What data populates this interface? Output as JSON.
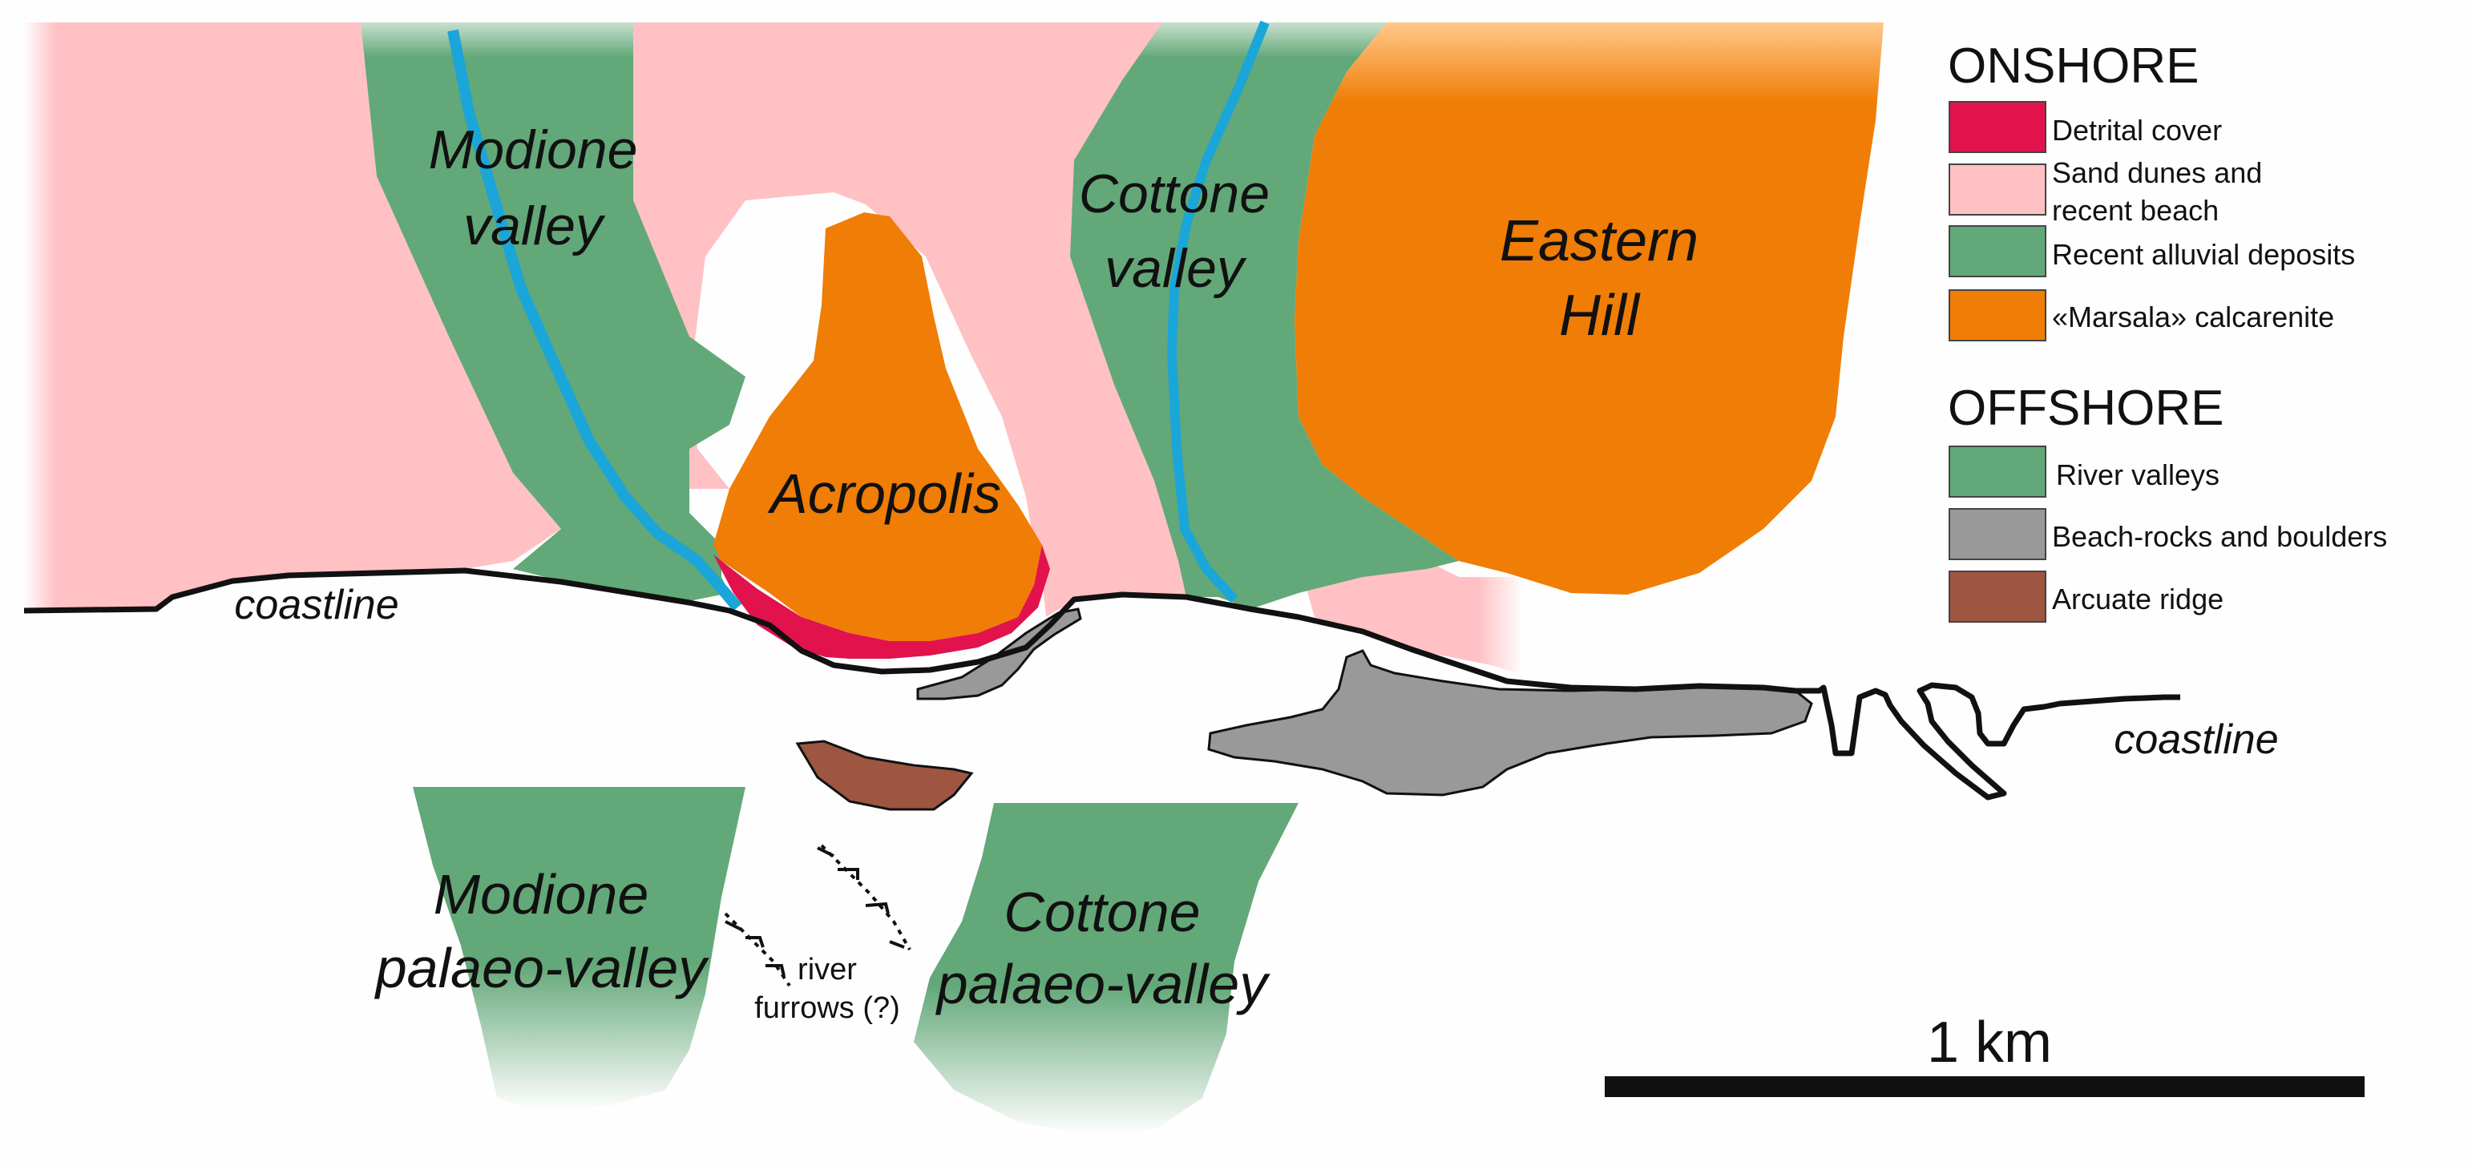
{
  "colors": {
    "detrital": "#e2124d",
    "dunes": "#ffc1c4",
    "alluvial": "#63a878",
    "calcarenite": "#f07d05",
    "river": "#1aa6d8",
    "beachrock": "#999999",
    "ridge": "#9e5640",
    "coast": "#111111"
  },
  "map_labels": {
    "modione_valley_1": "Modione",
    "modione_valley_2": "valley",
    "cottone_valley_1": "Cottone",
    "cottone_valley_2": "valley",
    "eastern_hill_1": "Eastern",
    "eastern_hill_2": "Hill",
    "acropolis": "Acropolis",
    "coastline_west": "coastline",
    "coastline_east": "coastline",
    "modione_palaeo_1": "Modione",
    "modione_palaeo_2": "palaeo-valley",
    "cottone_palaeo_1": "Cottone",
    "cottone_palaeo_2": "palaeo-valley",
    "river_furrows_1": "river",
    "river_furrows_2": "furrows (?)"
  },
  "legend": {
    "onshore_title": "ONSHORE",
    "onshore": [
      {
        "lines": [
          "Detrital cover"
        ],
        "icon": "detrital-swatch"
      },
      {
        "lines": [
          "Sand dunes and",
          "recent beach"
        ],
        "icon": "dunes-swatch"
      },
      {
        "lines": [
          "Recent alluvial deposits"
        ],
        "icon": "alluvial-swatch"
      },
      {
        "lines": [
          "«Marsala» calcarenite"
        ],
        "icon": "calcarenite-swatch"
      }
    ],
    "offshore_title": "OFFSHORE",
    "offshore": [
      {
        "lines": [
          "River valleys"
        ],
        "icon": "river-valley-swatch"
      },
      {
        "lines": [
          "Beach-rocks and boulders"
        ],
        "icon": "beachrock-swatch"
      },
      {
        "lines": [
          "Arcuate ridge"
        ],
        "icon": "ridge-swatch"
      }
    ]
  },
  "scale_bar": {
    "label": "1 km"
  }
}
